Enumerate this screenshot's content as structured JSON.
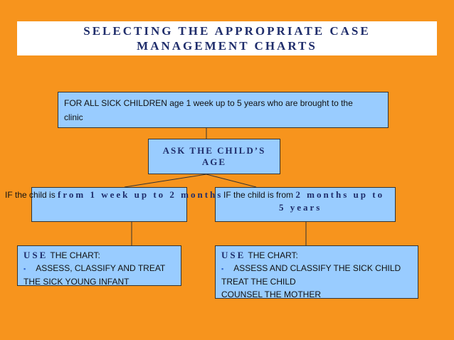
{
  "title": {
    "line1": "SELECTING THE APPROPRIATE CASE",
    "line2": "MANAGEMENT CHARTS"
  },
  "intro_box": {
    "line1": "FOR ALL SICK CHILDREN age 1 week up to 5 years who are brought to the",
    "line2": "clinic"
  },
  "ask_box": {
    "line1": "ASK THE CHILD’S",
    "line2": "AGE"
  },
  "left_condition": {
    "prefix": "IF the child is ",
    "emphasis": "from 1 week up to 2 months"
  },
  "right_condition": {
    "prefix": "IF the child is from ",
    "emphasis_line1": "2 months up to",
    "emphasis_line2": "5 years"
  },
  "left_use": {
    "use_label": "USE",
    "use_rest": " THE CHART:",
    "bullet": "▪",
    "item1": "ASSESS, CLASSIFY AND TREAT",
    "item2": "THE SICK YOUNG INFANT"
  },
  "right_use": {
    "use_label": "USE",
    "use_rest": " THE CHART:",
    "bullet": "▪",
    "item1": "ASSESS  AND CLASSIFY THE SICK CHILD",
    "item2": "TREAT THE CHILD",
    "item3": "COUNSEL THE MOTHER"
  },
  "colors": {
    "background": "#F7941D",
    "box_fill": "#99CCFF",
    "title_text": "#1F2D6B"
  }
}
